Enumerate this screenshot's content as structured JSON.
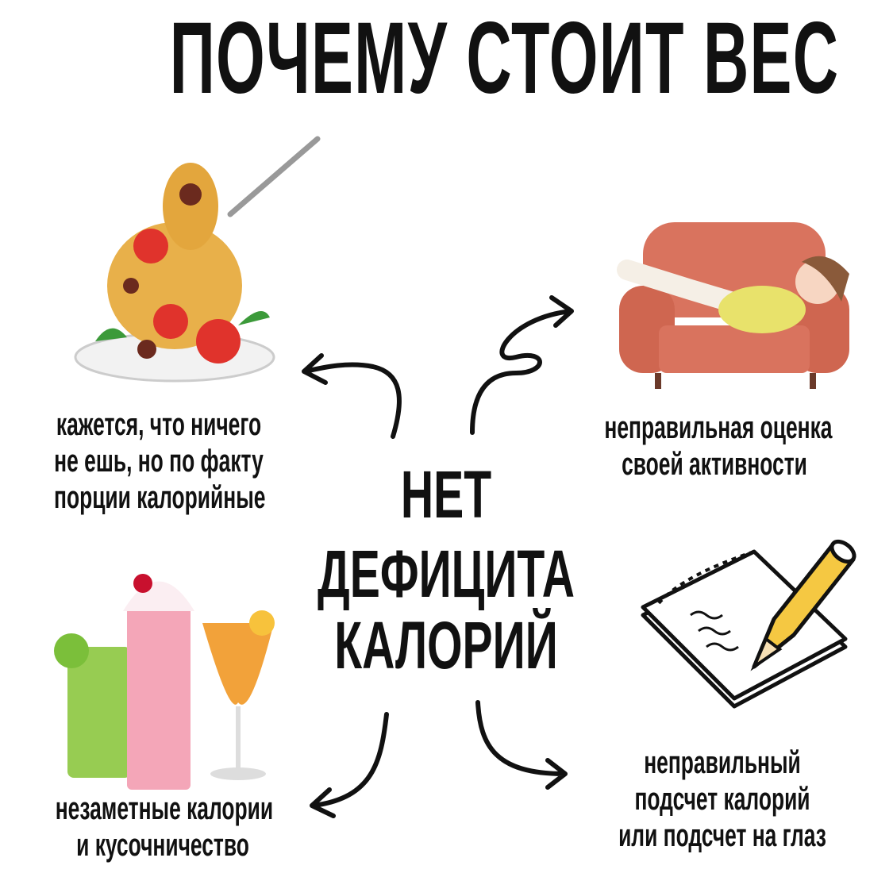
{
  "title": "ПОЧЕМУ СТОИТ ВЕС",
  "center": {
    "line1": "НЕТ",
    "line2": "ДЕФИЦИТА",
    "line3": "КАЛОРИЙ"
  },
  "captions": {
    "top_left": [
      "кажется, что ничего",
      "не ешь, но по факту",
      "порции калорийные"
    ],
    "top_right": [
      "неправильная оценка",
      "своей активности"
    ],
    "bottom_left": [
      "незаметные калории",
      "и кусочничество"
    ],
    "bottom_right": [
      "неправильный",
      "подсчет калорий",
      "или подсчет на глаз"
    ]
  },
  "colors": {
    "text": "#111111",
    "sofa": "#d9735e",
    "pasta": "#e8b04a",
    "tomato": "#e0332c",
    "drink_green": "#8cc63f",
    "drink_pink": "#f4a6b8",
    "drink_orange": "#f2a23a",
    "pencil": "#f5c842"
  }
}
